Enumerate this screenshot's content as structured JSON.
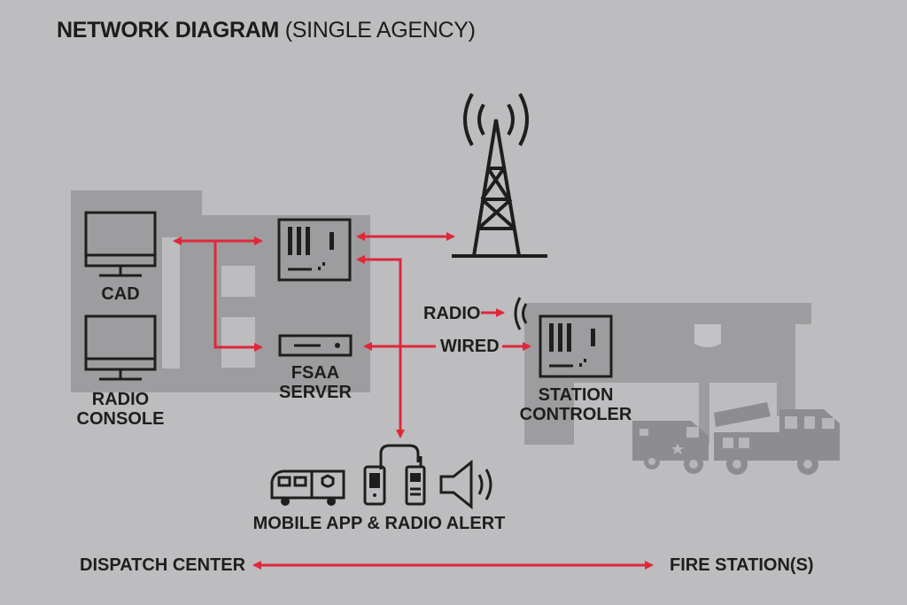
{
  "title": {
    "main": "NETWORK DIAGRAM",
    "sub": "(SINGLE AGENCY)"
  },
  "labels": {
    "cad": "CAD",
    "radio_console_line1": "RADIO",
    "radio_console_line2": "CONSOLE",
    "fsaa_line1": "FSAA",
    "fsaa_line2": "SERVER",
    "radio": "RADIO",
    "wired": "WIRED",
    "station_line1": "STATION",
    "station_line2": "CONTROLER",
    "mobile": "MOBILE APP & RADIO ALERT",
    "dispatch": "DISPATCH CENTER",
    "fire_station": "FIRE STATION(S)"
  },
  "colors": {
    "background": "#bdbdc0",
    "building": "#9d9d9f",
    "accent_red": "#e0273a",
    "ink": "#1e1e1e"
  },
  "icons": [
    "monitor-icon",
    "controller-icon",
    "server-icon",
    "radio-tower-icon",
    "ambulance-icon",
    "fire-truck-icon",
    "radio-handset-icon",
    "speaker-icon"
  ]
}
